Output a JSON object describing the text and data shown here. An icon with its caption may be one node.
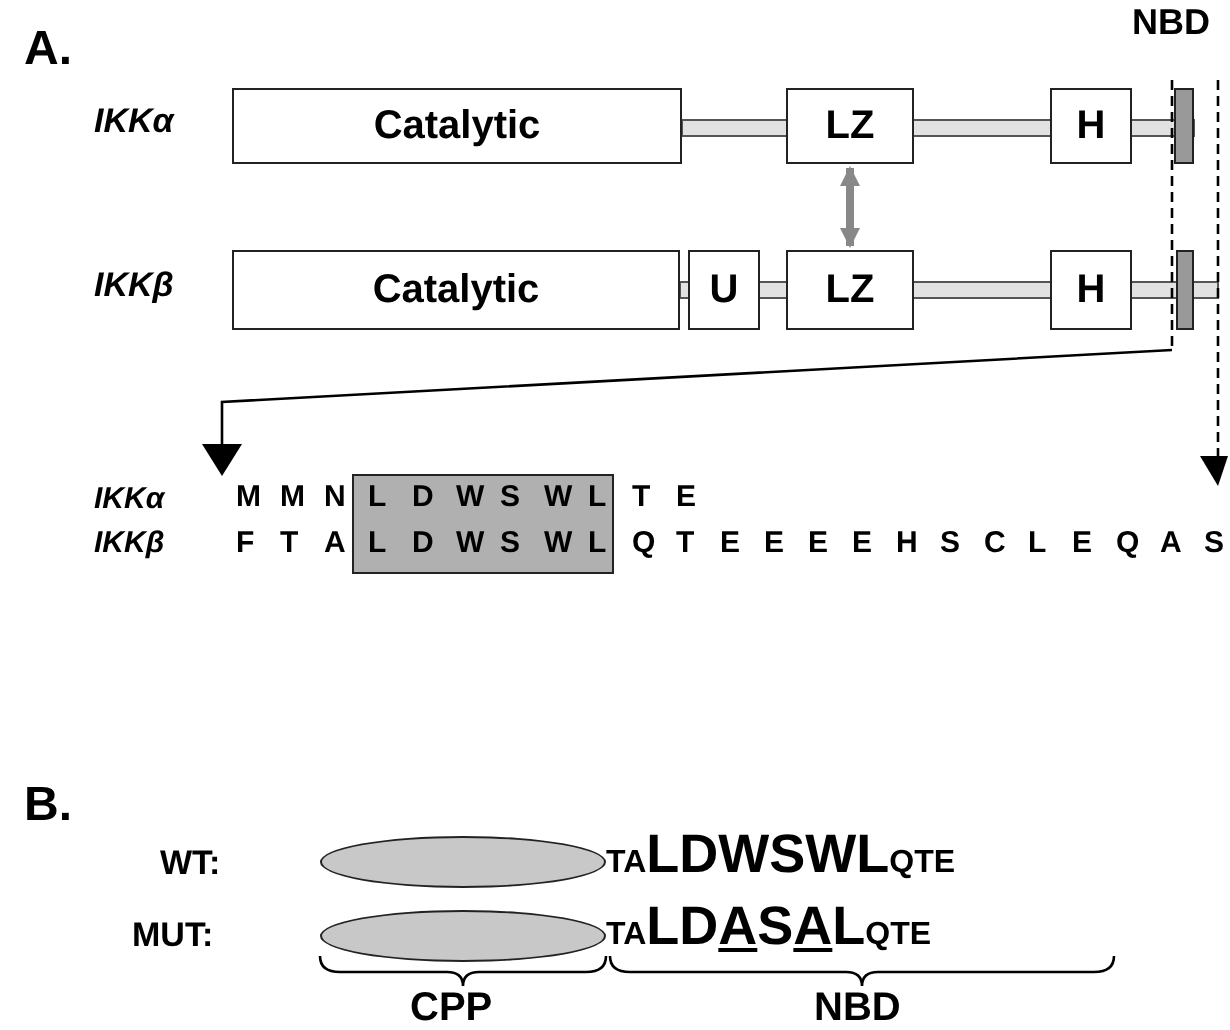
{
  "diagram": {
    "nodes": [
      {
        "text": [
          "Catalytic"
        ]
      },
      {
        "text": [
          "LZ"
        ]
      },
      {
        "text": [
          "H"
        ]
      },
      {
        "text": [],
        "shape": "bar"
      },
      {
        "text": [
          "Catalytic"
        ]
      },
      {
        "text": [
          "U"
        ]
      },
      {
        "text": [
          "LZ"
        ]
      },
      {
        "text": [
          "H"
        ]
      },
      {
        "text": [],
        "shape": "bar"
      },
      {
        "text": [
          "L D W S W L",
          "L D W S W L"
        ]
      },
      {
        "text": [],
        "shape": "ellipse"
      },
      {
        "text": [],
        "shape": "ellipse"
      }
    ],
    "edges": [
      {
        "from": 1,
        "to": 6,
        "arrow": "both",
        "color": "#888888"
      }
    ],
    "labels": [
      "A.",
      "NBD",
      "IKKα",
      "IKKβ",
      "IKKα",
      "M M N",
      "T E",
      "IKKβ",
      "F T A",
      "Q T E E E E H S C L E Q A S",
      "B.",
      "WT:",
      "TALDWSWLQTE",
      "MUT:",
      "TALDASALQTE",
      "CPP",
      "NBD"
    ]
  }
}
